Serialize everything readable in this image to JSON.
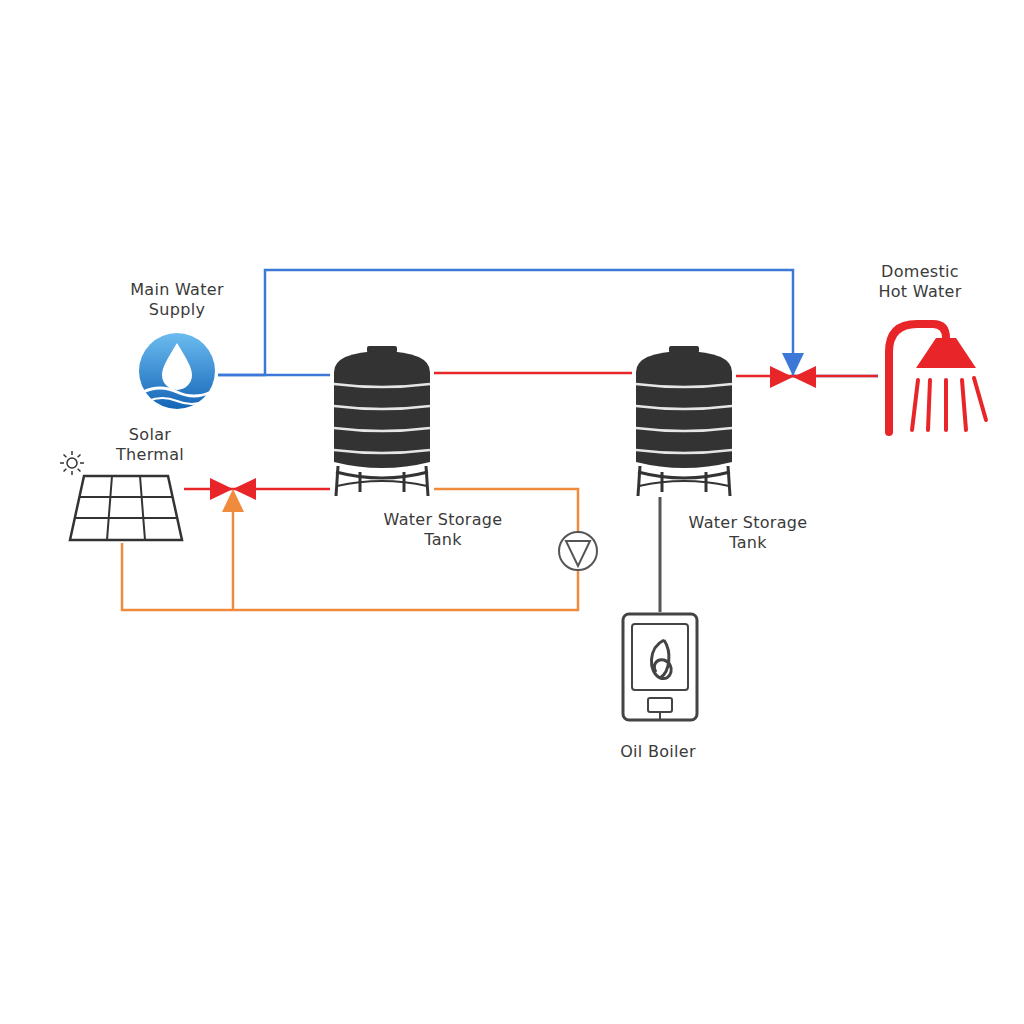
{
  "diagram": {
    "nodes": [
      {
        "text": [
          "Main Water Supply"
        ]
      },
      {
        "text": [
          "Domestic Hot Water"
        ]
      },
      {
        "text": [
          "Solar Thermal"
        ]
      },
      {
        "text": [
          "Water Storage Tank"
        ]
      },
      {
        "text": [
          "Water Storage Tank"
        ]
      },
      {
        "text": [
          "Oil Boiler"
        ]
      }
    ],
    "edges": [
      {
        "from": 0,
        "to": 3,
        "arrow": "none"
      },
      {
        "from": 0,
        "to": 1,
        "arrow": "none"
      },
      {
        "from": 3,
        "to": 4,
        "arrow": "none"
      },
      {
        "from": 4,
        "to": 1,
        "arrow": "none"
      },
      {
        "from": 2,
        "to": 3,
        "arrow": "none"
      },
      {
        "from": 3,
        "to": 2,
        "arrow": "none"
      },
      {
        "from": 4,
        "to": 5,
        "arrow": "none"
      }
    ]
  }
}
